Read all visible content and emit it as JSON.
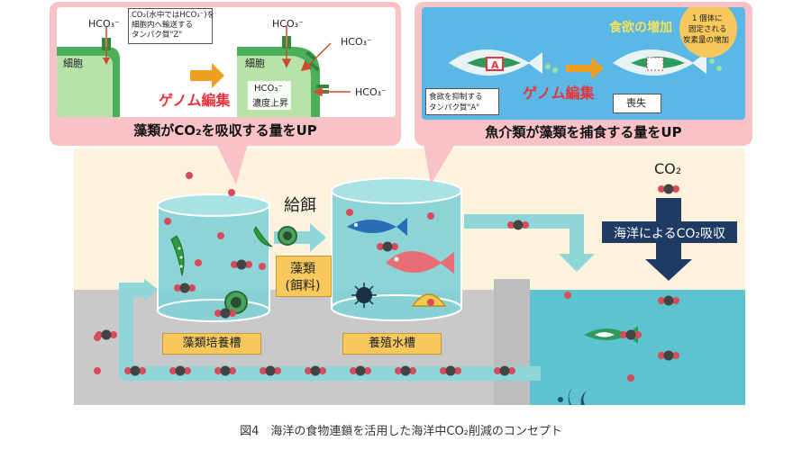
{
  "panel_left": {
    "title": "藻類がCO₂を吸収する量をUP",
    "hco3_a": "HCO₃⁻",
    "hco3_b": "HCO₃⁻",
    "hco3_c": "HCO₃⁻",
    "hco3_d": "HCO₃⁻",
    "cell_a": "細胞",
    "cell_b": "細胞",
    "note_line1": "CO₂(水中ではHCO₃⁻)を",
    "note_line2": "細胞内へ輸送する",
    "note_line3": "タンパク質\"Z\"",
    "genome": "ゲノム編集",
    "conc_line1": "HCO₃⁻",
    "conc_line2": "濃度上昇"
  },
  "panel_right": {
    "title": "魚介類が藻類を捕食する量をUP",
    "appetite": "食欲の増加",
    "bubble_line1": "1 個体に",
    "bubble_line2": "固定される",
    "bubble_line3": "炭素量の増加",
    "genome": "ゲノム編集",
    "protein_a_line1": "食欲を抑制する",
    "protein_a_line2": "タンパク質\"A\"",
    "loss": "喪失",
    "gene_a": "A"
  },
  "main": {
    "feeding": "給餌",
    "algae_line1": "藻類",
    "algae_line2": "(餌料)",
    "tank_left": "藻類培養槽",
    "tank_right": "養殖水槽",
    "co2": "CO₂",
    "ocean_absorb": "海洋によるCO₂吸収"
  },
  "caption": "図4　海洋の食物連鎖を活用した海洋中CO₂削減のコンセプト",
  "colors": {
    "pink_panel": "#f8c2c7",
    "teal": "#7fd0d4",
    "ocean": "#5cc3cf",
    "genome_red": "#e8333c",
    "arrow_orange": "#f0a020",
    "navy_arrow": "#1f3a63"
  }
}
